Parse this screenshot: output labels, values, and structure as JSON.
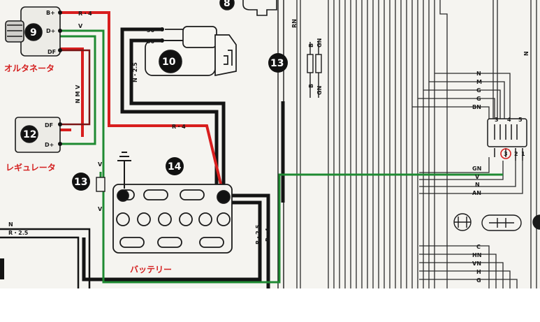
{
  "alternator": {
    "number": "9",
    "caption": "オルタネータ",
    "terminals": [
      "B+",
      "D+",
      "DF"
    ]
  },
  "regulator": {
    "number": "12",
    "caption": "レギュレータ",
    "terminals": [
      "DF",
      "D+"
    ]
  },
  "starter": {
    "number": "10",
    "terminals": [
      "30",
      "50"
    ]
  },
  "battery": {
    "number": "14",
    "caption": "バッテリー"
  },
  "fuse_labels": [
    "13",
    "13"
  ],
  "wire_labels": {
    "top_r4": "R・4",
    "top_v": "V",
    "mid_r4": "R・4",
    "starter_n25": "N・2.5",
    "alt_nmv": "N M V",
    "left_n": "N",
    "left_r25": "R・2.5",
    "batt_r25": "R・2.5",
    "batt_r4": "R・4",
    "fuse_v_top": "V",
    "fuse_v_bottom": "V",
    "rn": "RN",
    "gn_top": "GN",
    "b_top": "B",
    "b_mid": "B",
    "gn_mid": "GN",
    "n_top_right": "N"
  },
  "right_panel": {
    "upper_wires": [
      "N",
      "M",
      "G",
      "G",
      "BN"
    ],
    "connector_pins_top": [
      "3",
      "4",
      "5"
    ],
    "connector_pins_bottom": [
      "3",
      "2",
      "1"
    ],
    "mid_wires": [
      "GN",
      "V",
      "N",
      "AN"
    ],
    "lower_wires": [
      "C",
      "HN",
      "VN",
      "H",
      "G"
    ]
  },
  "partial_top_number": "8"
}
